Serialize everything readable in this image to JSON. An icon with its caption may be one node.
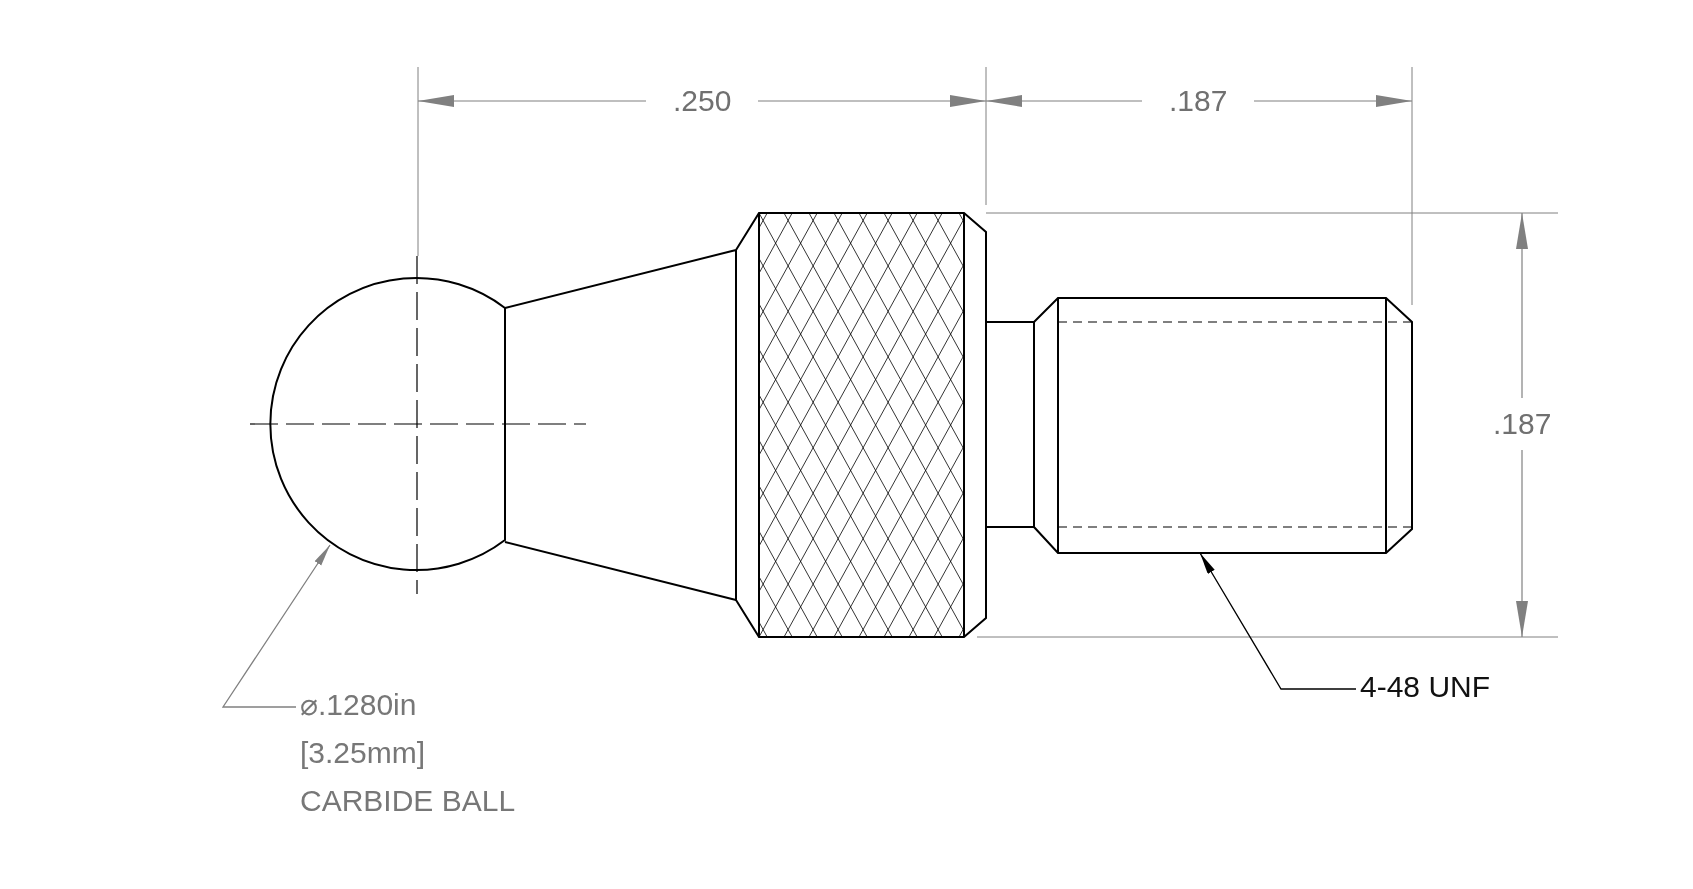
{
  "diagram": {
    "nodes": [
      {
        "text": [
          "⌀.1280in",
          "[3.25mm]",
          "CARBIDE BALL"
        ]
      },
      {
        "text": [],
        "shape": "circle"
      },
      {
        "text": [
          "4-48 UNF"
        ]
      },
      {
        "text": [],
        "shape": "box"
      }
    ],
    "edges": [
      {
        "from": 0,
        "to": 1,
        "arrow": "to",
        "color": "#808080"
      },
      {
        "from": 2,
        "to": 3,
        "arrow": "to",
        "color": "#000000"
      }
    ],
    "labels": [
      ".250",
      ".187",
      ".187"
    ]
  }
}
